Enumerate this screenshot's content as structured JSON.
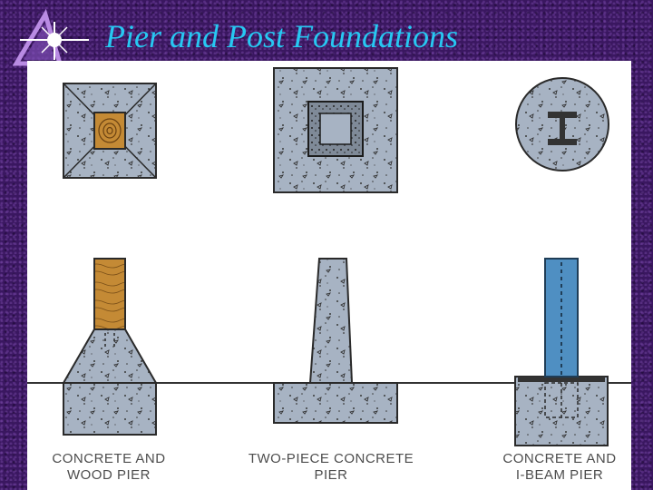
{
  "slide": {
    "title": "Pier and Post Foundations"
  },
  "figure": {
    "captions": [
      {
        "line1": "CONCRETE AND",
        "line2": "WOOD PIER"
      },
      {
        "line1": "TWO-PIECE CONCRETE",
        "line2": "PIER"
      },
      {
        "line1": "CONCRETE AND",
        "line2": "I-BEAM PIER"
      }
    ]
  },
  "colors": {
    "concrete": "#a7b3c3",
    "wood": "#c48a35",
    "steel_beam": "#4f8fc2",
    "title_text": "#27c8f2",
    "background": "#3a1760"
  }
}
